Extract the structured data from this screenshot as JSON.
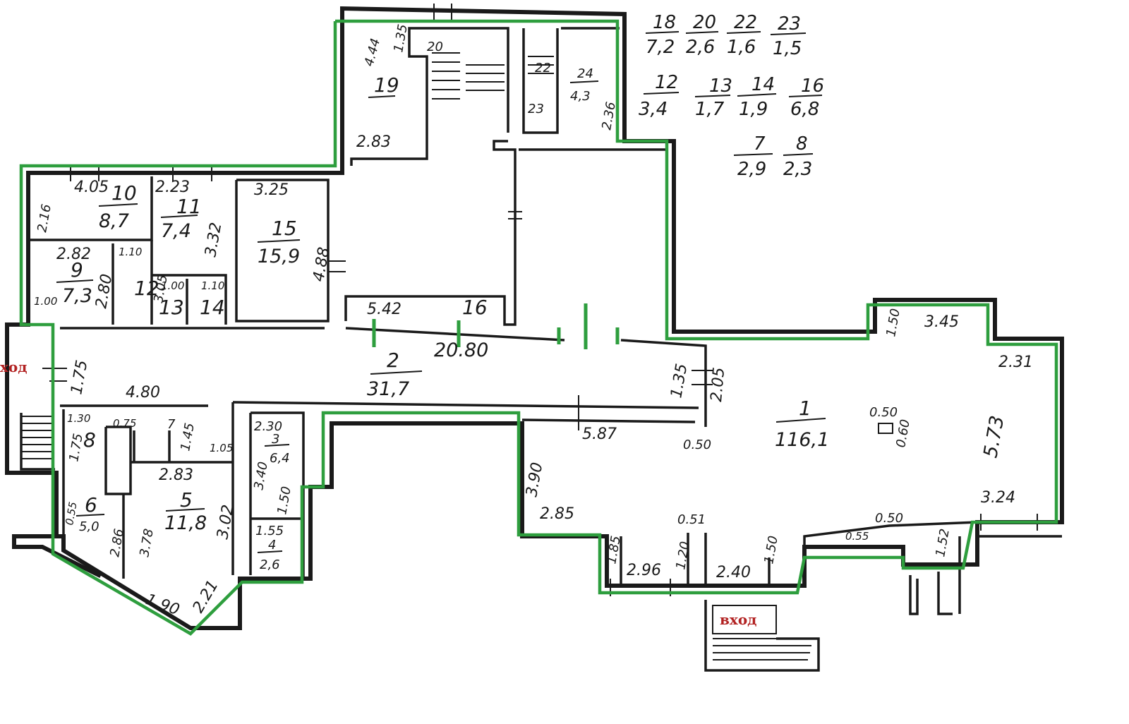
{
  "entrances": {
    "left": "ход",
    "bottom": "вход"
  },
  "rooms": [
    {
      "id": "r1",
      "number": "1",
      "area": "116,1"
    },
    {
      "id": "r2",
      "number": "2",
      "area": "31,7"
    },
    {
      "id": "r3",
      "number": "3",
      "area": "6,4"
    },
    {
      "id": "r4",
      "number": "4",
      "area": "2,6"
    },
    {
      "id": "r5",
      "number": "5",
      "area": "11,8"
    },
    {
      "id": "r6",
      "number": "6",
      "area": "5,0"
    },
    {
      "id": "r8",
      "number": "8"
    },
    {
      "id": "r9",
      "number": "9",
      "area": "7,3"
    },
    {
      "id": "r10",
      "number": "10",
      "area": "8,7"
    },
    {
      "id": "r11",
      "number": "11",
      "area": "7,4"
    },
    {
      "id": "r12",
      "number": "12"
    },
    {
      "id": "r13",
      "number": "13"
    },
    {
      "id": "r14",
      "number": "14"
    },
    {
      "id": "r15",
      "number": "15",
      "area": "15,9"
    },
    {
      "id": "r16",
      "number": "16"
    },
    {
      "id": "r19",
      "number": "19"
    },
    {
      "id": "r20",
      "number": "20"
    },
    {
      "id": "r22",
      "number": "22"
    },
    {
      "id": "r23",
      "number": "23"
    },
    {
      "id": "r24",
      "number": "24",
      "area": "4,3"
    },
    {
      "id": "r7",
      "number": "7"
    }
  ],
  "legend": [
    {
      "number": "18",
      "area": "7,2"
    },
    {
      "number": "20",
      "area": "2,6"
    },
    {
      "number": "22",
      "area": "1,6"
    },
    {
      "number": "23",
      "area": "1,5"
    },
    {
      "number": "12",
      "area": "3,4"
    },
    {
      "number": "13",
      "area": "1,7"
    },
    {
      "number": "14",
      "area": "1,9"
    },
    {
      "number": "16",
      "area": "6,8"
    },
    {
      "number": "7",
      "area": "2,9"
    },
    {
      "number": "8",
      "area": "2,3"
    }
  ],
  "dimensions": [
    "4.44",
    "1.35",
    "2.83",
    "2.36",
    "4.05",
    "2.16",
    "2.23",
    "3.32",
    "3.25",
    "4.88",
    "2.82",
    "2.80",
    "1.10",
    "3.05",
    "1.00",
    "1.10",
    "1.00",
    "5.42",
    "20.80",
    "1.75",
    "4.80",
    "1.30",
    "0.75",
    "1.45",
    "1.75",
    "1.05",
    "2.83",
    "3.02",
    "2.30",
    "3.40",
    "1.50",
    "1.55",
    "0.55",
    "2.86",
    "3.78",
    "1.90",
    "2.21",
    "1.35",
    "2.05",
    "5.87",
    "0.50",
    "3.90",
    "2.85",
    "1.85",
    "2.96",
    "1.20",
    "0.51",
    "2.40",
    "1.50",
    "0.55",
    "0.50",
    "1.52",
    "3.24",
    "5.73",
    "2.31",
    "3.45",
    "1.50",
    "0.50",
    "0.60"
  ]
}
